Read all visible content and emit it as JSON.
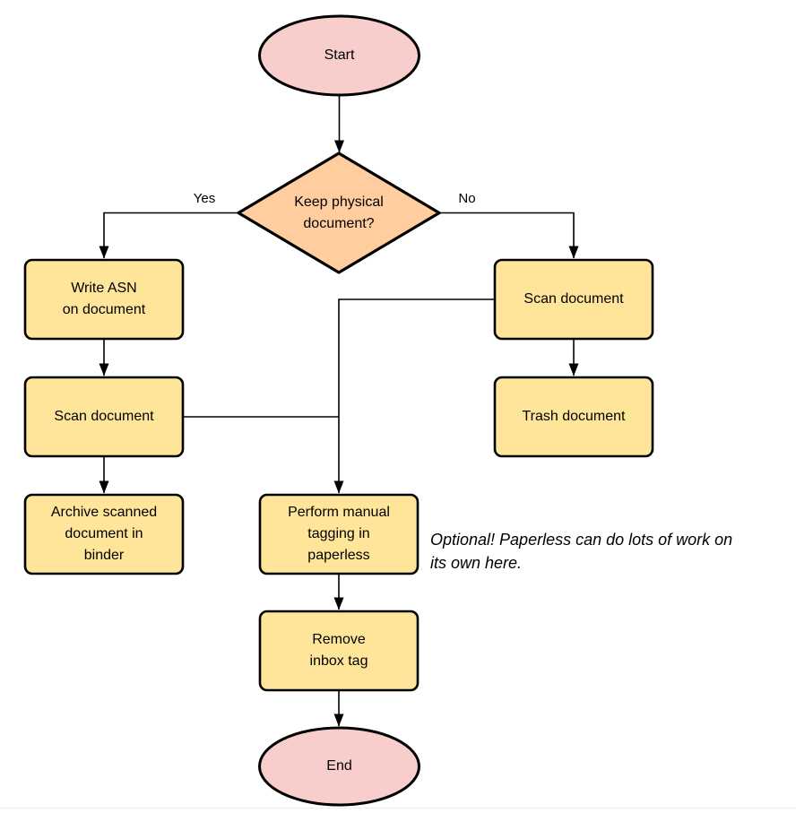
{
  "diagram": {
    "type": "flowchart",
    "colors": {
      "terminal_fill": "#F8CECC",
      "decision_fill": "#FFCD9E",
      "process_fill": "#FFE599",
      "stroke": "#000000"
    },
    "nodes": {
      "start": {
        "label": "Start",
        "shape": "ellipse"
      },
      "decision": {
        "label": "Keep physical\ndocument?",
        "shape": "diamond"
      },
      "write_asn": {
        "label": "Write ASN\non document",
        "shape": "rect"
      },
      "scan_left": {
        "label": "Scan document",
        "shape": "rect"
      },
      "archive": {
        "label": "Archive scanned\ndocument in\nbinder",
        "shape": "rect"
      },
      "scan_right": {
        "label": "Scan document",
        "shape": "rect"
      },
      "trash": {
        "label": "Trash document",
        "shape": "rect"
      },
      "tagging": {
        "label": "Perform manual\ntagging in\npaperless",
        "shape": "rect"
      },
      "remove_inbox": {
        "label": "Remove\ninbox tag",
        "shape": "rect"
      },
      "end": {
        "label": "End",
        "shape": "ellipse"
      }
    },
    "edge_labels": {
      "yes": "Yes",
      "no": "No"
    },
    "note": "Optional! Paperless can do lots of work on\nits own here."
  }
}
